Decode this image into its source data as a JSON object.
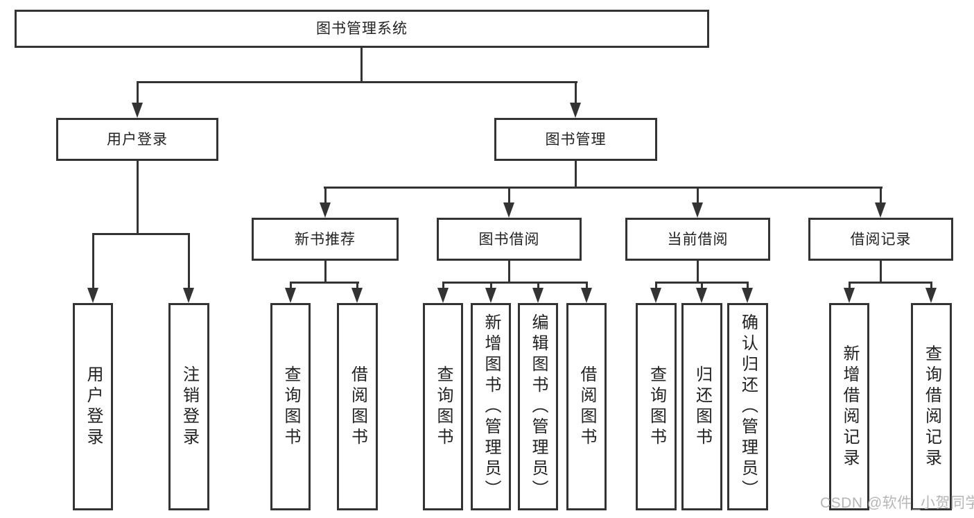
{
  "diagram": {
    "tree": {
      "root": {
        "label": "图书管理系统"
      },
      "user_login": {
        "label": "用户登录",
        "children": [
          "用户登录",
          "注销登录"
        ]
      },
      "book_mgmt": {
        "label": "图书管理"
      },
      "new_book_rec": {
        "label": "新书推荐",
        "children": [
          "查询图书",
          "借阅图书"
        ]
      },
      "book_borrow": {
        "label": "图书借阅",
        "children": [
          "查询图书",
          "新增图书（管理员）",
          "编辑图书（管理员）",
          "借阅图书"
        ]
      },
      "current_borrow": {
        "label": "当前借阅",
        "children": [
          "查询图书",
          "归还图书",
          "确认归还（管理员）"
        ]
      },
      "borrow_records": {
        "label": "借阅记录",
        "children": [
          "新增借阅记录",
          "查询借阅记录"
        ]
      }
    },
    "watermark": "CSDN @软件_小贺同学",
    "colors": {
      "line": "#333333",
      "box_bg": "#ffffff",
      "text": "#222222",
      "watermark": "#b6b6b6"
    }
  }
}
